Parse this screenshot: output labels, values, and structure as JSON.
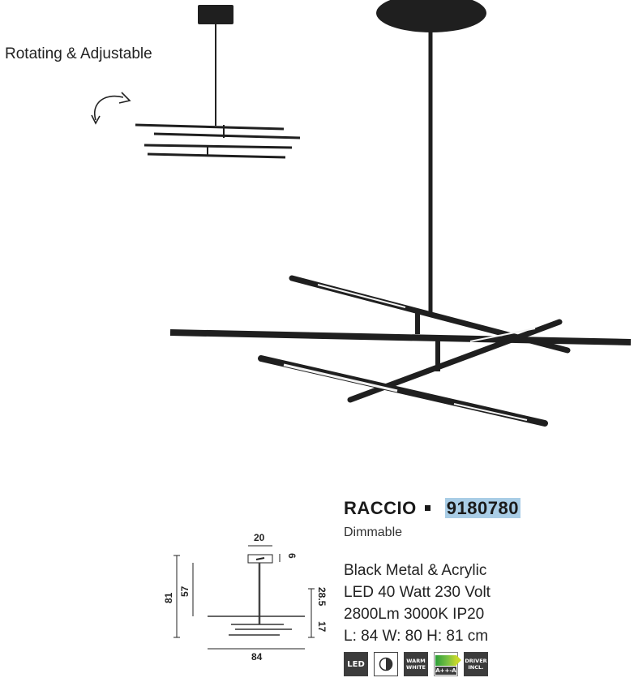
{
  "caption": "Rotating & Adjustable",
  "product": {
    "name": "RACCIO",
    "code": "9180780",
    "subtitle": "Dimmable",
    "specs": [
      "Black Metal & Acrylic",
      "LED 40 Watt 230 Volt",
      "2800Lm 3000K IP20",
      "L: 84 W: 80 H: 81 cm"
    ]
  },
  "dimensions": {
    "canopy_width": "20",
    "canopy_height": "6",
    "total_height": "81",
    "rod_height": "57",
    "fixture_upper": "28.5",
    "fixture_lower": "17",
    "length": "84"
  },
  "badges": {
    "led": "LED",
    "warm_white_line1": "WARM",
    "warm_white_line2": "WHITE",
    "energy": "A++-A",
    "driver_line1": "DRIVER",
    "driver_line2": "INCL."
  },
  "colors": {
    "metal": "#1f1f1f",
    "highlight": "#a9cde6",
    "diffuser": "#f2f2f2"
  }
}
